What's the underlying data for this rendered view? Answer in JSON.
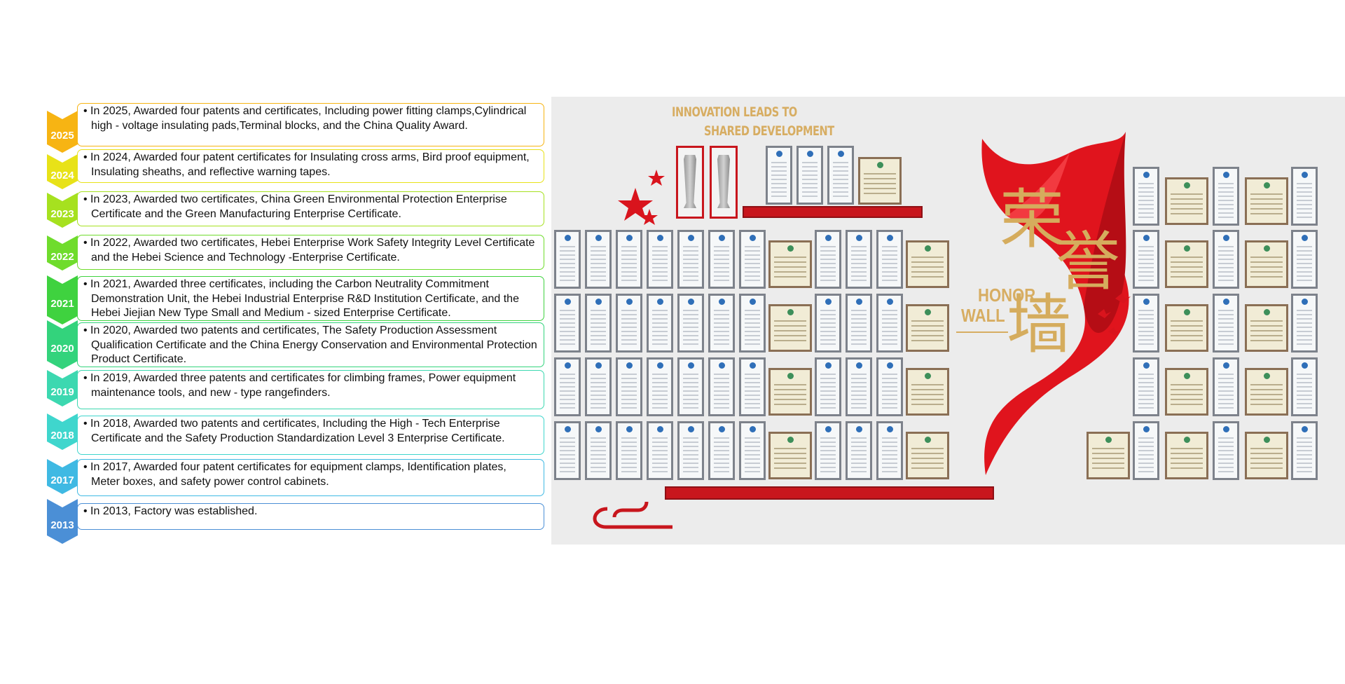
{
  "timeline": [
    {
      "year": "2025",
      "color": "#f7b413",
      "text": "• In 2025, Awarded four patents and certificates, Including power fitting clamps,Cylindrical high - voltage insulating pads,Terminal blocks, and the China Quality Award."
    },
    {
      "year": "2024",
      "color": "#e8e218",
      "text": "• In 2024, Awarded four patent certificates for Insulating cross arms, Bird proof equipment, Insulating sheaths, and reflective warning tapes."
    },
    {
      "year": "2023",
      "color": "#a6e11f",
      "text": "• In 2023, Awarded two certificates, China Green Environmental Protection Enterprise Certificate and the Green Manufacturing Enterprise Certificate."
    },
    {
      "year": "2022",
      "color": "#6fdc2c",
      "text": "• In 2022, Awarded two certificates, Hebei Enterprise Work Safety Integrity Level Certificate and the Hebei Science and Technology -Enterprise Certificate."
    },
    {
      "year": "2021",
      "color": "#3fd23f",
      "text": "• In 2021, Awarded three certificates, including the Carbon Neutrality Commitment Demonstration Unit, the Hebei Industrial Enterprise R&D Institution Certificate, and the Hebei Jiejian New Type Small and Medium - sized Enterprise Certificate."
    },
    {
      "year": "2020",
      "color": "#33d37c",
      "text": "• In 2020, Awarded two patents and certificates, The Safety Production Assessment Qualification Certificate and the China Energy Conservation and Environmental Protection Product Certificate."
    },
    {
      "year": "2019",
      "color": "#3cd8b0",
      "text": "• In 2019, Awarded three patents and certificates for climbing frames, Power equipment maintenance tools, and new - type rangefinders."
    },
    {
      "year": "2018",
      "color": "#3fd6cd",
      "text": "• In 2018, Awarded two patents and certificates, Including the High - Tech Enterprise Certificate and the Safety Production Standardization Level 3 Enterprise Certificate."
    },
    {
      "year": "2017",
      "color": "#3fb9e3",
      "text": "• In 2017, Awarded four patent certificates for equipment clamps, Identification plates, Meter boxes, and safety power control cabinets."
    },
    {
      "year": "2013",
      "color": "#4b8fd6",
      "text": "• In 2013, Factory was established."
    }
  ],
  "wall": {
    "slogan_line1": "INNOVATION LEADS TO",
    "slogan_line2": "SHARED DEVELOPMENT",
    "honor_line1": "HONOR",
    "honor_line2": "WALL",
    "cjk_char1": "荣",
    "cjk_char2": "誉",
    "cjk_char3": "墙",
    "accent_red": "#d9141d",
    "accent_gold": "#d7ad62"
  }
}
